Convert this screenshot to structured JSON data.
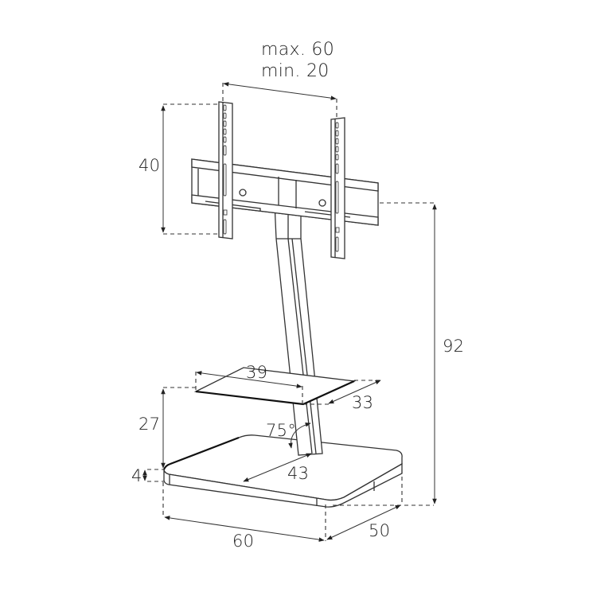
{
  "diagram": {
    "subject": "TV floor stand with VESA bracket, glass shelf and base",
    "units_shown": "none",
    "dimensions": {
      "vesa_width": {
        "line1": "max. 60",
        "line2": "min. 20"
      },
      "vesa_height": "40",
      "total_height": "92",
      "shelf_width": "39",
      "shelf_depth": "33",
      "shelf_height": "27",
      "column_angle": "75°",
      "base_inner_depth": "43",
      "base_thickness": "4",
      "base_width": "60",
      "base_depth": "50"
    },
    "colors": {
      "line": "#333333",
      "background": "#ffffff"
    }
  }
}
